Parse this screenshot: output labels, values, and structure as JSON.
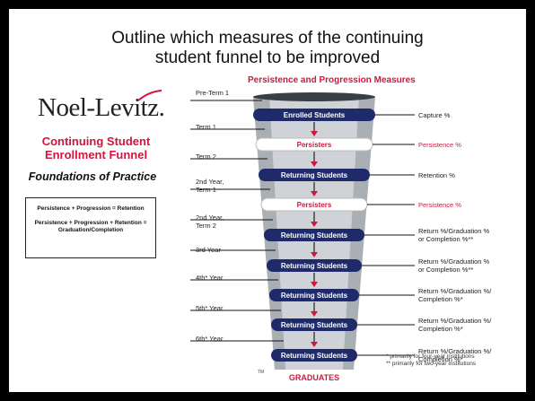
{
  "slide_title_line1": "Outline which measures of the continuing",
  "slide_title_line2": "student funnel to be improved",
  "diagram_title": "Persistence and Progression Measures",
  "logo_text": "Noel-Levitz.",
  "left_title_1": "Continuing Student",
  "left_title_2": "Enrollment Funnel",
  "foundations": "Foundations of Practice",
  "formula_1": "Persistence + Progression = Retention",
  "formula_2": "Persistence + Progression + Retention = Graduation/Completion",
  "term_labels": [
    "Pre-Term 1",
    "Term 1",
    "Term 2",
    "2nd Year, Term 1",
    "2nd Year, Term 2",
    "3rd Year",
    "4th* Year",
    "5th* Year",
    "6th* Year"
  ],
  "band_labels": [
    "Enrolled Students",
    "Persisters",
    "Returning Students",
    "Persisters",
    "Returning Students",
    "Returning Students",
    "Returning Students",
    "Returning Students",
    "Returning Students"
  ],
  "measures": [
    "Capture %",
    "Persistence %",
    "Retention %",
    "Persistence %",
    "Return %/Graduation % or Completion %**",
    "Return %/Graduation % or Completion %**",
    "Return %/Graduation %/ Completion %*",
    "Return %/Graduation %/ Completion %*",
    "Return %/Graduation %/ Completion %*"
  ],
  "graduates": "GRADUATES",
  "tm": "TM",
  "footnote_1": "* primarily for four-year institutions",
  "footnote_2": "** primarily for two-year institutions",
  "colors": {
    "navy": "#1f2a6b",
    "red": "#d4143e",
    "funnel_gray": "#cfd2d6"
  }
}
